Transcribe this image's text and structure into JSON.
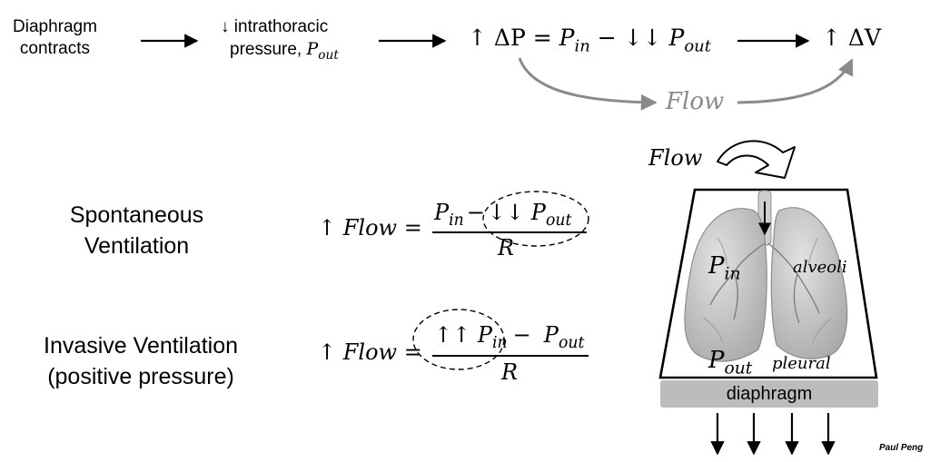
{
  "flow_chain": {
    "step1_line1": "Diaphragm",
    "step1_line2": "contracts",
    "step2_arrow": "↓",
    "step2_line1": "intrathoracic",
    "step2_line2": "pressure,",
    "step2_var": "P",
    "step2_sub": "out",
    "eq_prefix": "↑ ΔP = ",
    "eq_pin": "P",
    "eq_pin_sub": "in",
    "eq_minus": " − ↓↓ ",
    "eq_pout": "P",
    "eq_pout_sub": "out",
    "result": "↑ ΔV",
    "flow_label": "Flow"
  },
  "spontaneous": {
    "label_line1": "Spontaneous",
    "label_line2": "Ventilation",
    "lhs": "↑ Flow =",
    "num_pin": "P",
    "num_pin_sub": "in",
    "num_minus": "−",
    "num_arrows": "↓↓",
    "num_pout": "P",
    "num_pout_sub": "out",
    "denominator": "R"
  },
  "invasive": {
    "label_line1": "Invasive Ventilation",
    "label_line2": "(positive pressure)",
    "lhs": "↑ Flow =",
    "num_arrows": "↑↑",
    "num_pin": "P",
    "num_pin_sub": "in",
    "num_minus": "−",
    "num_pout": "P",
    "num_pout_sub": "out",
    "denominator": "R"
  },
  "lung_diagram": {
    "flow_label": "Flow",
    "pin": "P",
    "pin_sub": "in",
    "alveoli": "alveoli",
    "pout": "P",
    "pout_sub": "out",
    "pleural": "pleural",
    "diaphragm": "diaphragm"
  },
  "credit": "Paul Peng",
  "colors": {
    "arrow_black": "#000000",
    "flow_gray": "#8a8a8a",
    "lung_fill": "#c9c9c9",
    "diaphragm_bar": "#bcbcbc"
  }
}
